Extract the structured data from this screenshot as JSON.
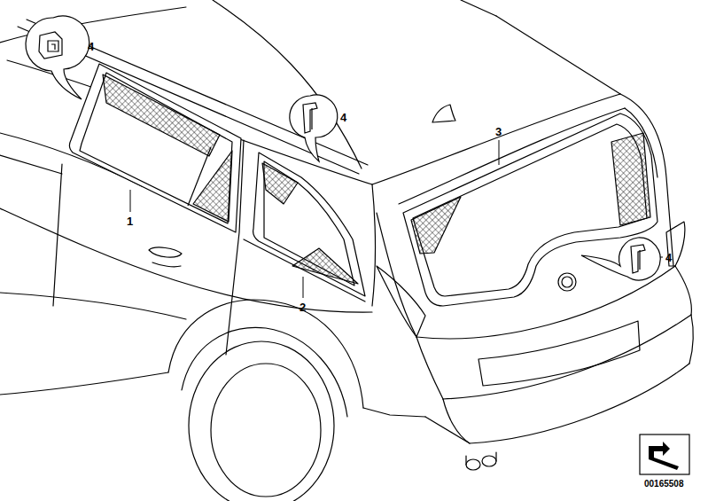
{
  "diagram": {
    "labels": [
      "4",
      "4",
      "3",
      "1",
      "4",
      "2",
      "00165508"
    ]
  }
}
